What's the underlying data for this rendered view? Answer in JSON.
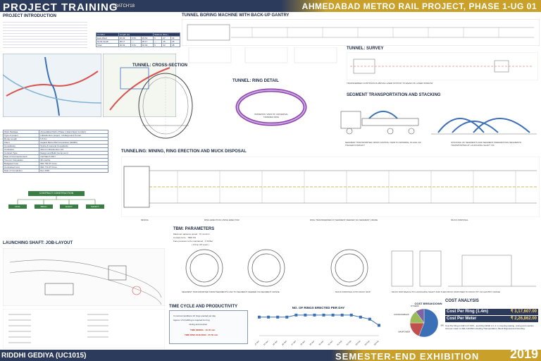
{
  "header": {
    "title": "PROJECT TRAINING",
    "batch": "| BATCH'18",
    "project": "AHMEDABAD METRO RAIL PROJECT, PHASE 1-UG 01"
  },
  "sections": {
    "intro": "PROJECT INTRODUCTION",
    "tbm_gantry": "TUNNEL BORING MACHINE WITH BACK-UP GANTRY",
    "cross_section": "TUNNEL: CROSS-SECTION",
    "ring_detail": "TUNNEL: RING DETAIL",
    "survey": "TUNNEL: SURVEY",
    "segment": "SEGMENT TRANSPORTATION AND STACKING",
    "mining": "TUNNELING: MINING, RING ERECTION AND MUCK DISPOSAL",
    "tbm_params": "TBM: PARAMETERS",
    "launching": "LAUNCHING SHAFT: JOB-LAYOUT",
    "time_cycle": "TIME CYCLE AND PRODUCTIVITY",
    "cost": "COST ANALYSIS"
  },
  "intro_table": {
    "headers": [
      "Corridor",
      "Length (m)",
      "Stations (Nos.)"
    ],
    "rows": [
      [
        "East-West",
        "40.03",
        "6.51",
        "33.52",
        "6",
        "27",
        "32"
      ],
      [
        "North-South",
        "35.17",
        "—",
        "35.17",
        "—",
        "15",
        "15"
      ],
      [
        "Total",
        "40.03",
        "6.51",
        "40.03",
        "6",
        "32",
        "48"
      ]
    ]
  },
  "project_facts": [
    [
      "Work Package",
      "Ahmedabad Metro Phase 1 (East-West Corridor)"
    ],
    [
      "Type of project",
      "Infrastructure project - Underground Tunnel"
    ],
    [
      "Route Length",
      "6.5 Km"
    ],
    [
      "Client",
      "Gujarat Metro Rail Corporation (GMRC)"
    ],
    [
      "Consultants",
      "Systra & General Consultants"
    ],
    [
      "Contractor",
      "Afcons Infrastructure Ltd"
    ],
    [
      "Contract Type",
      "Design and Build (Lump sum)"
    ],
    [
      "Date of Commencement",
      "2nd March 2017"
    ],
    [
      "Time for Completion",
      "36 months"
    ],
    [
      "Budgeted Cost",
      "INR 754.97 Crore"
    ],
    [
      "Contracted Cost",
      "INR 774.97 Crore"
    ],
    [
      "Date of Completion",
      "Dec 2020"
    ]
  ],
  "org_chart": {
    "top": "CONTRACT CONSTRUCTION",
    "nodes": [
      "CIVIL",
      "MECH",
      "ELECT",
      "SAFETY"
    ]
  },
  "labels": {
    "ring_caption": "ISOMETRIC VIEW OF UNIVERSAL TAPERED RING",
    "survey_caption": "TRANSFERRED CONTINUOUS ABOVE LASER STATION TO REAR OF LASER WINDOW",
    "segment_caption_1": "SEGMENT TRANSPORTED FROM CASTING YARD TO APPARKE, PLACE VIA TRAILER FORKLIFT",
    "segment_caption_2": "STACKING OF SEGMENTS AND SEGMENT PREPARATION SEGMENTS TRANSPORTED AT LAUNCHING SHAFT VIA",
    "mining_captions": [
      "MINING",
      "RING ERECTION USING ERECTOR",
      "RING TRANSFERRED AT SEGMENT FEEDER VIA SEGMENT CRANE",
      "MUCK DISPOSAL"
    ],
    "muck_captions": [
      "SEGMENT TRANSPORTED FROM SEGMENTS CAR TO SEGMENT FEEDER VIA SEGMENT CRANE",
      "MUCK DISPOSAL INTO MUCK SKIP",
      "MUCK SKIP REACH TO LAUNCHING SHAFT AND THEN MUCK DISPOSED TO MUCK PIT VIA GANTRY CRANE"
    ],
    "tbm_param_lines": [
      "Maximum advance speed : 70 mm/min",
      "Contact force : 7800 KN",
      "Face pressure to be maintained : 1.50 Bar",
      "( 3.5 tip UP exact )"
    ],
    "time_cycle_lines": [
      "In normal conditions 10 rings erected per day",
      "Approx 1.5 hrs/Ring is required for ring",
      "mining and erection",
      "TIME MINING : 40-45 min",
      "TIME RING BUILDING : 35-50 min"
    ],
    "cost_note": "Cost Per Ring is INR 3,17,607/-, and Ring Width is 1.4 m covering casting, mining and erection cost per meter is INR 2,26,862 including Transportation, Muck Disposal and Grouting."
  },
  "cost": {
    "per_ring_label": "Cost Per Ring (1.4m)",
    "per_ring_value": "₹ 3,17,607.00",
    "per_meter_label": "Cost Per Meter",
    "per_meter_value": "₹ 2,26,862.00",
    "pie_title": "COST BREAKDOWN"
  },
  "chart_data": {
    "type": "line",
    "title": "NO. OF RINGS ERECTED PER DAY",
    "x": [
      "23-Jan",
      "24-Jan",
      "25-Jan",
      "26-Jan",
      "27-Jan",
      "28-Jan",
      "29-Jan",
      "30-Jan",
      "31-Jan",
      "01-Feb",
      "02-Feb",
      "03-Feb",
      "04-Feb",
      "05-Feb"
    ],
    "series": [
      {
        "values": [
          9,
          9,
          9,
          9,
          10,
          10,
          10,
          10,
          10,
          10,
          10,
          9,
          8,
          5
        ]
      }
    ],
    "ylim": [
      0,
      12
    ],
    "color": "#3b6fb6"
  },
  "pie_data": {
    "type": "pie",
    "labels": [
      "MATERIAL",
      "MANPOWER",
      "CONSUMABLES",
      "OTHERS"
    ],
    "values": [
      56,
      19,
      15,
      10
    ],
    "colors": [
      "#3b6fb6",
      "#c0504d",
      "#9bbb59",
      "#8064a2"
    ]
  },
  "footer": {
    "author": "RIDDHI GEDIYA (UC1015)",
    "exhibition": "SEMESTER-END EXHIBITION",
    "year": "2019"
  }
}
